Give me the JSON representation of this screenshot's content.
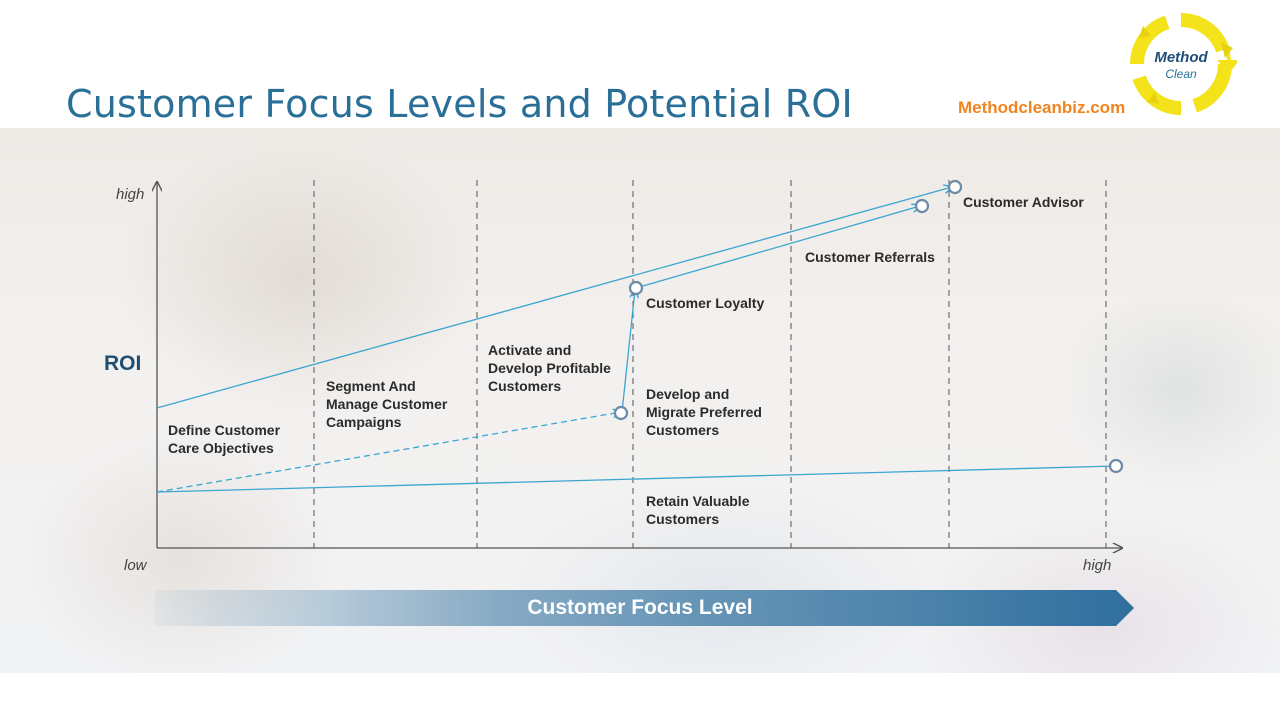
{
  "header": {
    "title": "Customer Focus Levels and Potential ROI",
    "website": "Methodcleanbiz.com"
  },
  "logo": {
    "line1": "Method",
    "line2": "Clean",
    "icon": "recycle-arrows-logo"
  },
  "axes": {
    "y_label": "ROI",
    "y_high": "high",
    "x_low": "low",
    "x_high": "high",
    "x_title": "Customer Focus Level"
  },
  "stages": [
    "Define Customer\nCare Objectives",
    "Segment And\nManage Customer\nCampaigns",
    "Activate and\nDevelop Profitable\nCustomers",
    "Develop and\nMigrate Preferred\nCustomers",
    "Retain Valuable\nCustomers",
    "Customer Loyalty",
    "Customer Referrals",
    "Customer Advisor"
  ],
  "colors": {
    "title": "#2a6f97",
    "website": "#f0841f",
    "line": "#3aa6d1",
    "arrow_band": "#2f6f9e",
    "roi": "#1f4f72"
  }
}
